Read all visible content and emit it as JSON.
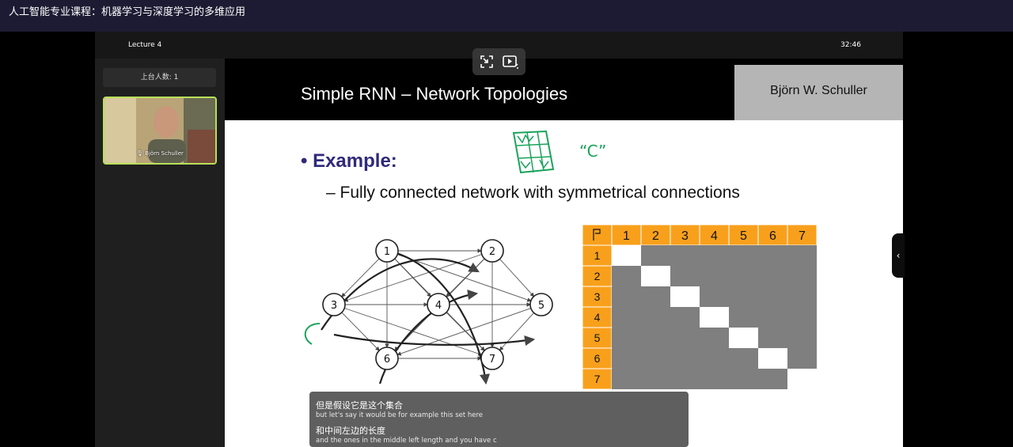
{
  "app": {
    "title": "人工智能专业课程：机器学习与深度学习的多维应用"
  },
  "lecture": {
    "name": "Lecture 4",
    "time": "32:46"
  },
  "sidebar": {
    "count_label": "上台人数: 1",
    "speaker_name": "Björn Schuller"
  },
  "slide": {
    "title": "Simple RNN – Network Topologies",
    "author": "Björn W. Schuller",
    "bullet": "Example:",
    "subbullet": "Fully connected network with symmetrical connections",
    "bullet_marker": "•",
    "subbullet_marker": "–"
  },
  "graph": {
    "nodes": [
      "1",
      "2",
      "3",
      "4",
      "5",
      "6",
      "7"
    ]
  },
  "matrix": {
    "corner": "flag-icon",
    "col_headers": [
      "1",
      "2",
      "3",
      "4",
      "5",
      "6",
      "7"
    ],
    "row_headers": [
      "1",
      "2",
      "3",
      "4",
      "5",
      "6",
      "7"
    ],
    "colors": {
      "header": "#f8a01c",
      "filled": "#7f7f7f",
      "empty": "#ffffff"
    }
  },
  "annotation": {
    "letter": "“C”"
  },
  "subtitles": [
    {
      "cn": "但是假设它是这个集合",
      "en": "but let's say it would be for example this set here"
    },
    {
      "cn": "和中间左边的长度",
      "en": "and the ones in the middle left length and you have c"
    }
  ],
  "icons": {
    "exit_fullscreen": "exit-fullscreen-icon",
    "ai_video": "ai-video-icon",
    "collapse": "chevron-left-icon"
  }
}
